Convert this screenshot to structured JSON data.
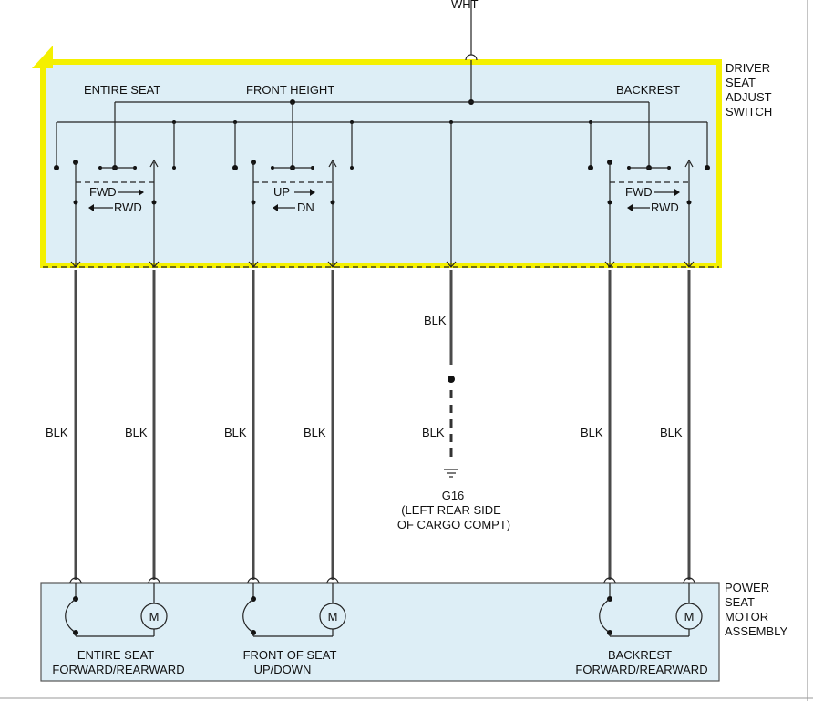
{
  "top_wire_label": "WHT",
  "switch_box": {
    "title_lines": [
      "DRIVER",
      "SEAT",
      "ADJUST",
      "SWITCH"
    ],
    "groups": [
      {
        "name": "ENTIRE SEAT",
        "dir1": "FWD",
        "dir2": "RWD"
      },
      {
        "name": "FRONT HEIGHT",
        "dir1": "UP",
        "dir2": "DN"
      },
      {
        "name": "BACKREST",
        "dir1": "FWD",
        "dir2": "RWD"
      }
    ]
  },
  "wire_colors": {
    "wire1": "BLK",
    "wire2": "BLK",
    "wire3": "BLK",
    "wire4": "BLK",
    "wire5": "BLK",
    "wire6": "BLK",
    "ground_upper": "BLK",
    "ground_lower": "BLK"
  },
  "ground": {
    "id": "G16",
    "loc_line1": "(LEFT REAR SIDE",
    "loc_line2": "OF CARGO COMPT)"
  },
  "motor_box": {
    "title_lines": [
      "POWER",
      "SEAT",
      "MOTOR",
      "ASSEMBLY"
    ],
    "motor_symbol": "M",
    "motors": [
      {
        "line1": "ENTIRE SEAT",
        "line2": "FORWARD/REARWARD"
      },
      {
        "line1": "FRONT OF SEAT",
        "line2": "UP/DOWN"
      },
      {
        "line1": "BACKREST",
        "line2": "FORWARD/REARWARD"
      }
    ]
  },
  "colors": {
    "box_fill": "#ddeef6",
    "highlight": "#f4f000",
    "wire": "#4a4a4a"
  }
}
